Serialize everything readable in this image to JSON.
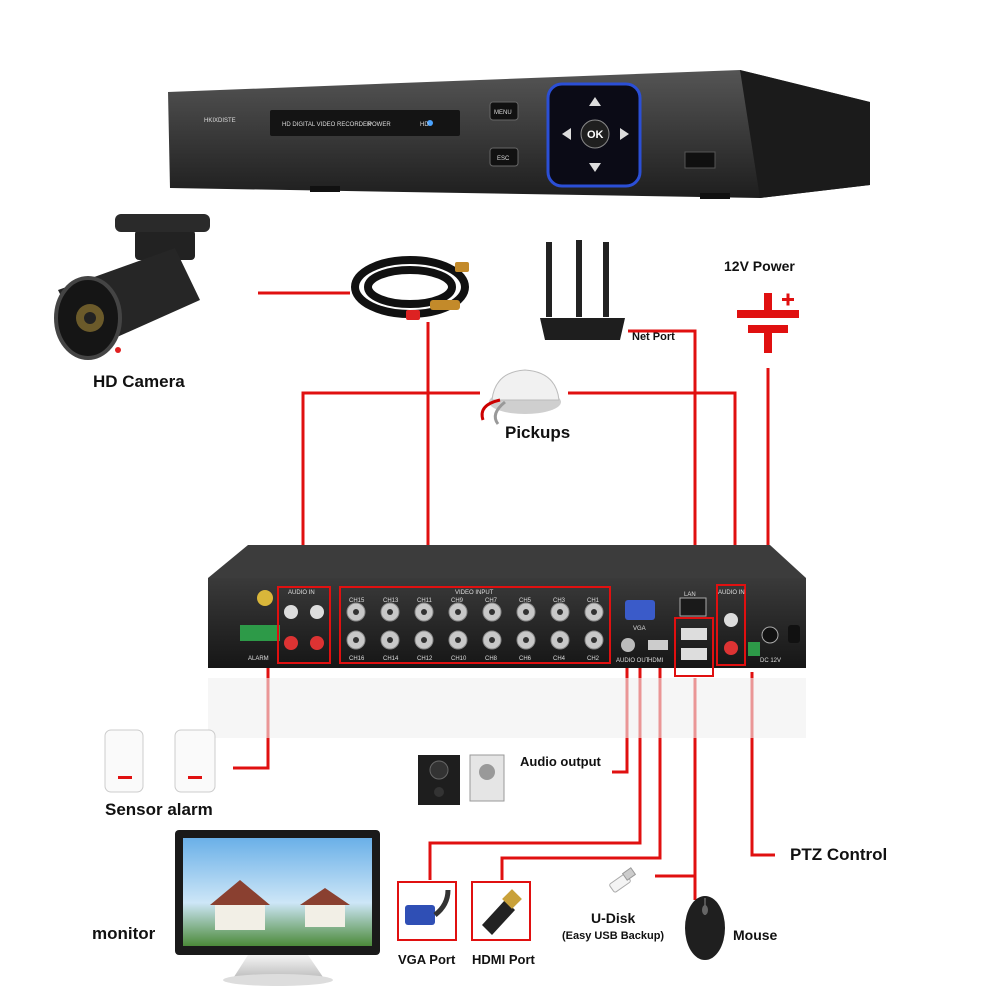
{
  "front_panel": {
    "brand": "HKIXDISTE",
    "title": "HD DIGITAL VIDEO RECORDER",
    "power": "POWER",
    "hdd": "HD",
    "menu_button": "MENU",
    "esc_button": "ESC",
    "ok_button": "OK"
  },
  "labels": {
    "hd_camera": "HD Camera",
    "power": "12V Power",
    "net_port": "Net Port",
    "pickups": "Pickups",
    "sensor_alarm": "Sensor alarm",
    "audio_output": "Audio output",
    "ptz_control": "PTZ Control",
    "monitor": "monitor",
    "vga_port": "VGA Port",
    "hdmi_port": "HDMI Port",
    "u_disk": "U-Disk",
    "u_disk_note": "(Easy USB Backup)",
    "mouse": "Mouse"
  },
  "rear_panel": {
    "audio_in_left": "AUDIO IN",
    "video_input": "VIDEO INPUT",
    "vga": "VGA",
    "lan": "LAN",
    "audio_in_right": "AUDIO IN",
    "alarm": "ALARM",
    "audio_out": "AUDIO OUT",
    "hdmi": "HDMI",
    "dc": "DC 12V",
    "channels_top": [
      "CH15",
      "CH13",
      "CH11",
      "CH9",
      "CH7",
      "CH5",
      "CH3",
      "CH1"
    ],
    "channels_bottom": [
      "CH16",
      "CH14",
      "CH12",
      "CH10",
      "CH8",
      "CH6",
      "CH4",
      "CH2"
    ]
  },
  "colors": {
    "connector_line": "#e01010",
    "device_body": "#2b2b2b"
  }
}
